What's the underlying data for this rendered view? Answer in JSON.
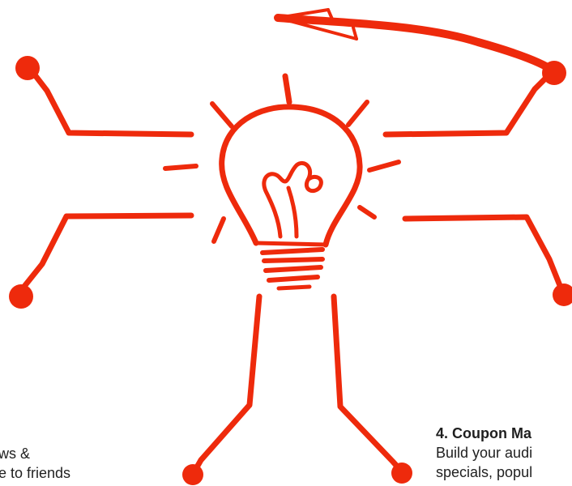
{
  "left_caption": {
    "line_1": "ws &",
    "line_2": "e to friends"
  },
  "right_caption": {
    "title": "4.  Coupon Ma",
    "line_1": "Build your audi",
    "line_2": "specials, popul"
  },
  "colors": {
    "sketch_red": "#ee2a0c",
    "text": "#1f1f1f"
  },
  "icons": [
    "lightbulb-icon",
    "curved-arrow-icon"
  ]
}
